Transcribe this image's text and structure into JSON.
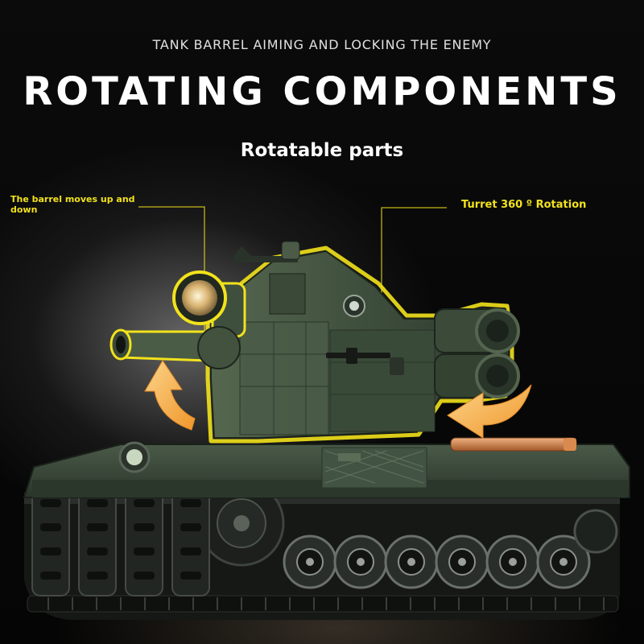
{
  "header": {
    "subtitle": "TANK BARREL AIMING AND LOCKING THE ENEMY",
    "headline": "ROTATING COMPONENTS",
    "tagline": "Rotatable parts"
  },
  "callouts": {
    "barrel": "The barrel moves up and down",
    "turret": "Turret 360 º Rotation"
  },
  "colors": {
    "callout": "#f2e21c",
    "arrow": "#f2a93c",
    "tank_green": "#3a4a3a",
    "headline": "#ffffff"
  }
}
